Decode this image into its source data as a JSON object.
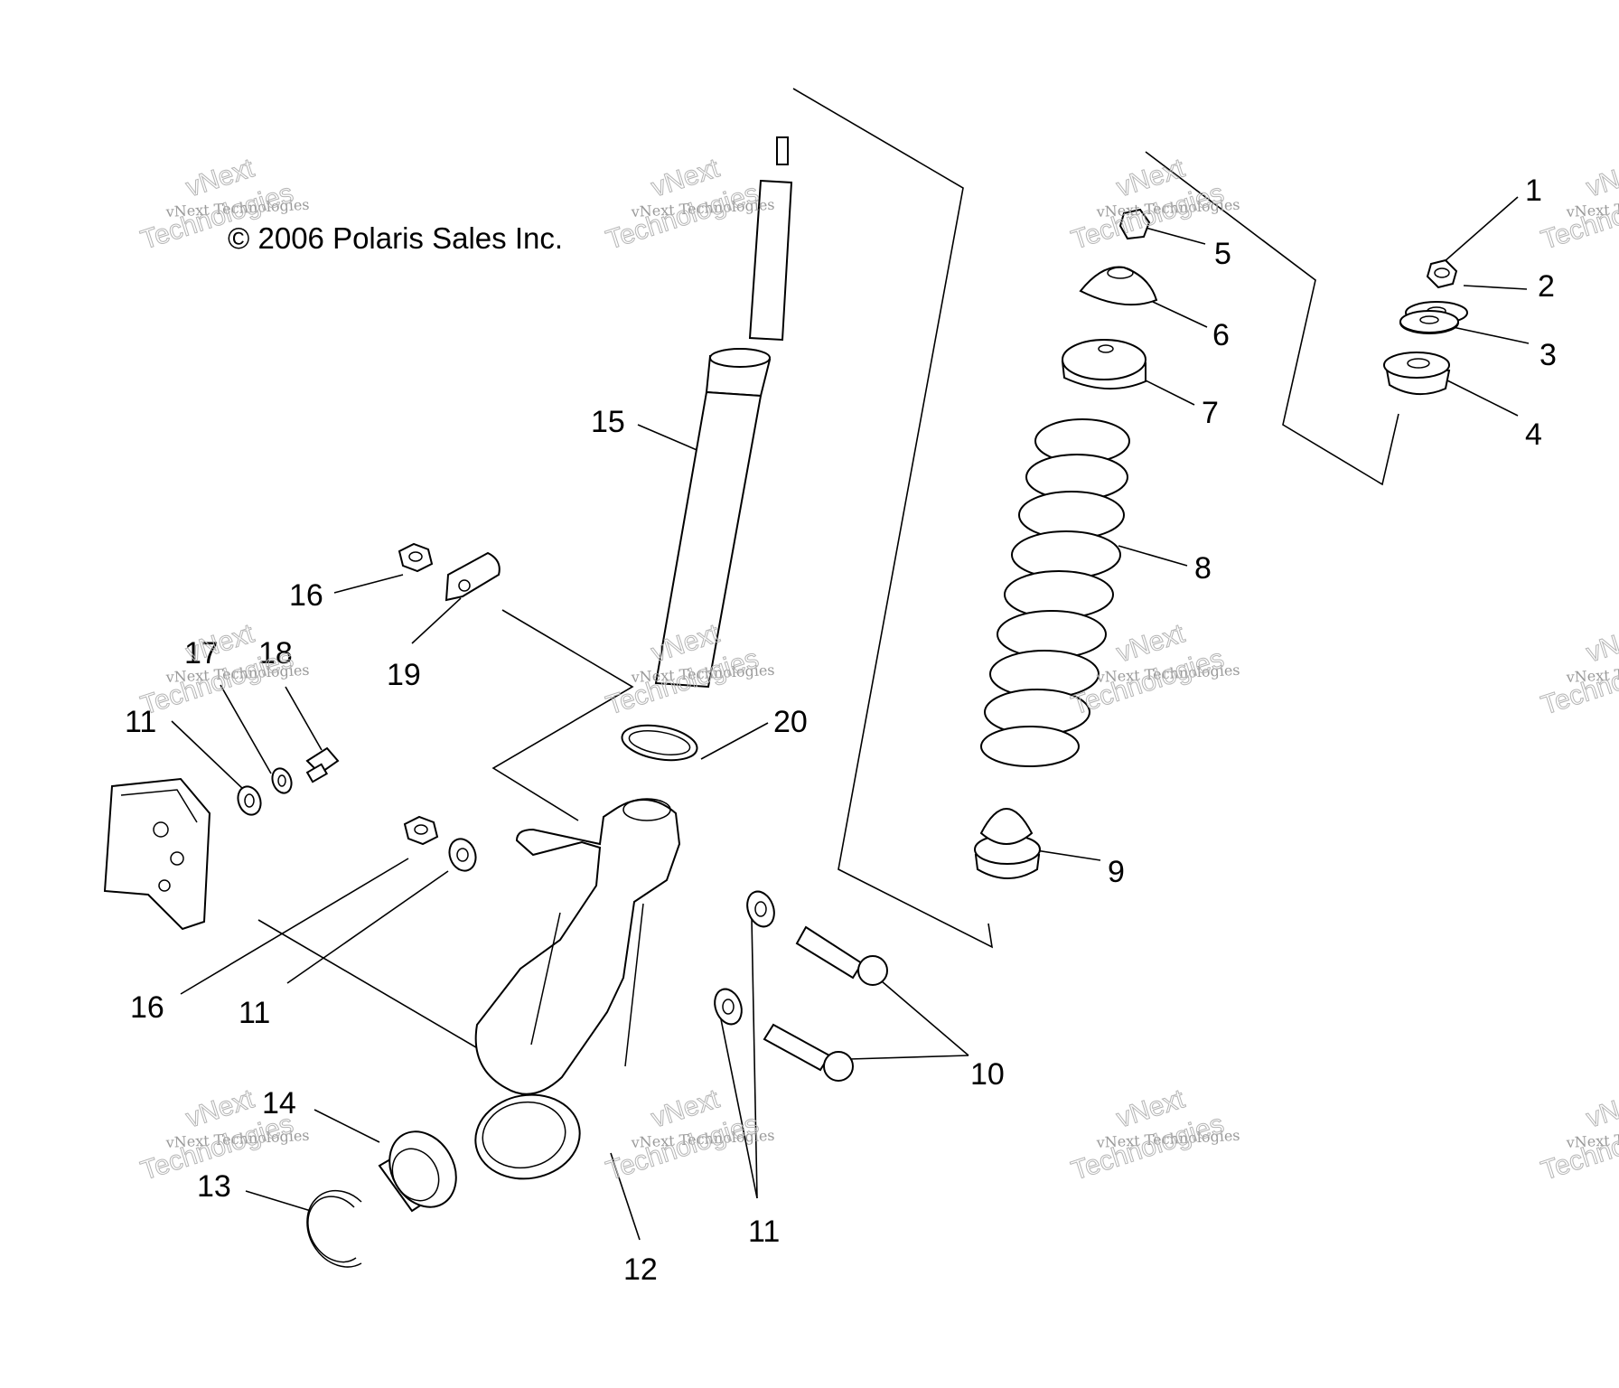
{
  "copyright": "© 2006 Polaris Sales Inc.",
  "watermark": {
    "line1": "vNext",
    "line2": "vNext Technologies",
    "line3": "Technologies"
  },
  "callouts": [
    {
      "id": "c1",
      "text": "1"
    },
    {
      "id": "c2",
      "text": "2"
    },
    {
      "id": "c3",
      "text": "3"
    },
    {
      "id": "c4",
      "text": "4"
    },
    {
      "id": "c5",
      "text": "5"
    },
    {
      "id": "c6",
      "text": "6"
    },
    {
      "id": "c7",
      "text": "7"
    },
    {
      "id": "c8",
      "text": "8"
    },
    {
      "id": "c9",
      "text": "9"
    },
    {
      "id": "c10",
      "text": "10"
    },
    {
      "id": "c11a",
      "text": "11"
    },
    {
      "id": "c11b",
      "text": "11"
    },
    {
      "id": "c11c",
      "text": "11"
    },
    {
      "id": "c12",
      "text": "12"
    },
    {
      "id": "c13",
      "text": "13"
    },
    {
      "id": "c14",
      "text": "14"
    },
    {
      "id": "c15",
      "text": "15"
    },
    {
      "id": "c16a",
      "text": "16"
    },
    {
      "id": "c16b",
      "text": "16"
    },
    {
      "id": "c17",
      "text": "17"
    },
    {
      "id": "c18",
      "text": "18"
    },
    {
      "id": "c19",
      "text": "19"
    },
    {
      "id": "c20",
      "text": "20"
    }
  ]
}
